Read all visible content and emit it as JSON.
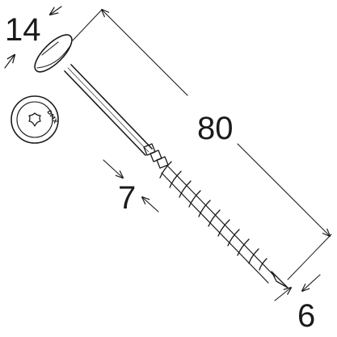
{
  "dimensions": {
    "head_diameter": "14",
    "length": "80",
    "shank_diameter": "7",
    "thread_diameter": "6"
  },
  "head_top_view": {
    "marking": "DMX"
  },
  "colors": {
    "line": "#1a1a1a",
    "background": "#ffffff"
  }
}
